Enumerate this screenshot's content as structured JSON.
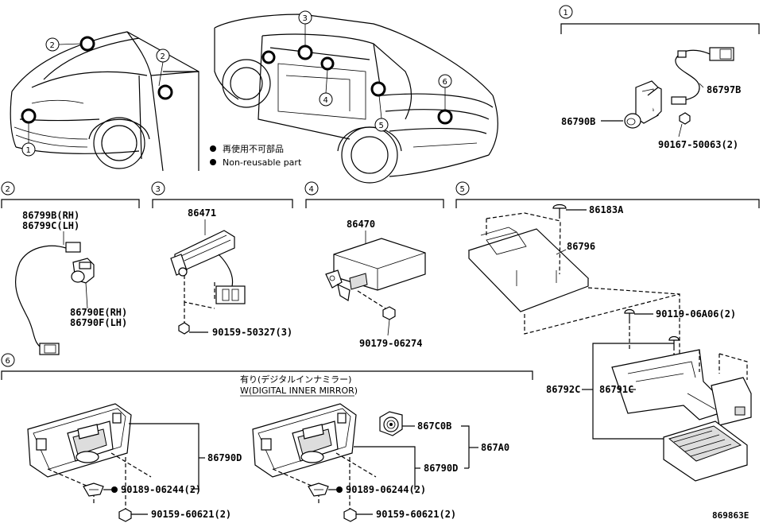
{
  "figure_id": "869863E",
  "notes": {
    "jp": "再使用不可部品",
    "en": "Non-reusable part"
  },
  "section_numbers": [
    "1",
    "2",
    "3",
    "4",
    "5",
    "6"
  ],
  "overview_markers": [
    "1",
    "2",
    "2",
    "3",
    "4",
    "5",
    "6"
  ],
  "sec1": {
    "p1": "86797B",
    "p2": "86790B",
    "p3": "90167-50063(2)"
  },
  "sec2": {
    "p1": "86799B(RH)",
    "p2": "86799C(LH)",
    "p3": "86790E(RH)",
    "p4": "86790F(LH)"
  },
  "sec3": {
    "p1": "86471",
    "p2": "90159-50327(3)"
  },
  "sec4": {
    "p1": "86470",
    "p2": "90179-06274"
  },
  "sec5": {
    "p1": "86183A",
    "p2": "86796",
    "p3": "90119-06A06(2)",
    "p4": "86792C",
    "p5": "86791C"
  },
  "sec6": {
    "variant_jp": "有り(デジタルインナミラー)",
    "variant_en": "W(DIGITAL INNER MIRROR)",
    "left": {
      "p1": "86790D",
      "p2": "90189-06244(2)",
      "p3": "90159-60621(2)"
    },
    "right": {
      "p1": "867C0B",
      "p2": "867A0",
      "p3": "86790D",
      "p4": "90189-06244(2)",
      "p5": "90159-60621(2)"
    }
  }
}
